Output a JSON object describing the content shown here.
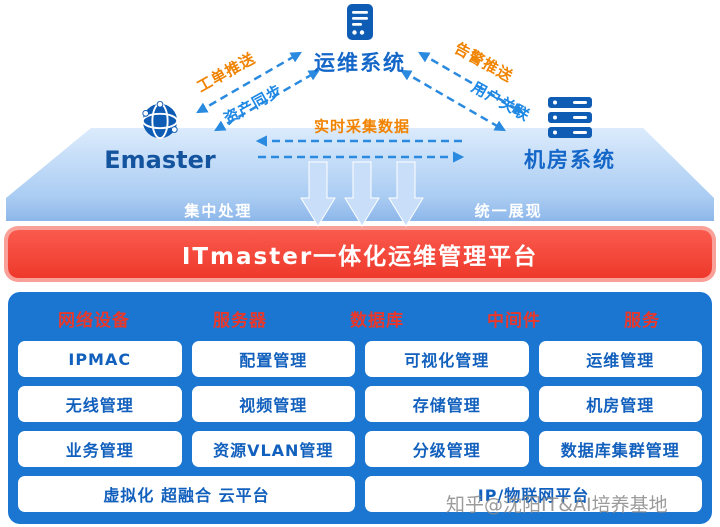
{
  "diagram": {
    "nodes": {
      "ops_system": {
        "label": "运维系统"
      },
      "emaster": {
        "label": "Emaster"
      },
      "room_system": {
        "label": "机房系统"
      }
    },
    "edges": {
      "work_order": "工单推送",
      "asset_sync": "资产同步",
      "alert_push": "告警推送",
      "user_link": "用户关联",
      "realtime_collect": "实时采集数据"
    },
    "platform": {
      "left": "集中处理",
      "right": "统一展现"
    }
  },
  "banner": {
    "title": "ITmaster一体化运维管理平台"
  },
  "matrix": {
    "headers": [
      "网络设备",
      "服务器",
      "数据库",
      "中间件",
      "服务"
    ],
    "rows": [
      [
        "IPMAC",
        "配置管理",
        "可视化管理",
        "运维管理"
      ],
      [
        "无线管理",
        "视频管理",
        "存储管理",
        "机房管理"
      ],
      [
        "业务管理",
        "资源VLAN管理",
        "分级管理",
        "数据库集群管理"
      ]
    ],
    "bottom": [
      "虚拟化 超融合 云平台",
      "IP/物联网平台"
    ]
  },
  "watermark": "知乎@沈阳IT&AI培养基地",
  "colors": {
    "banner_red": "#ee392b",
    "panel_blue": "#1b76d2",
    "card_text_blue": "#1260bd",
    "header_red": "#e8382c",
    "node_blue": "#0f5cb5",
    "arrow_blue": "#2a8ae0",
    "label_orange": "#f08300",
    "label_blue": "#1e88e5",
    "platform_light_blue": "#a9ccf3"
  }
}
